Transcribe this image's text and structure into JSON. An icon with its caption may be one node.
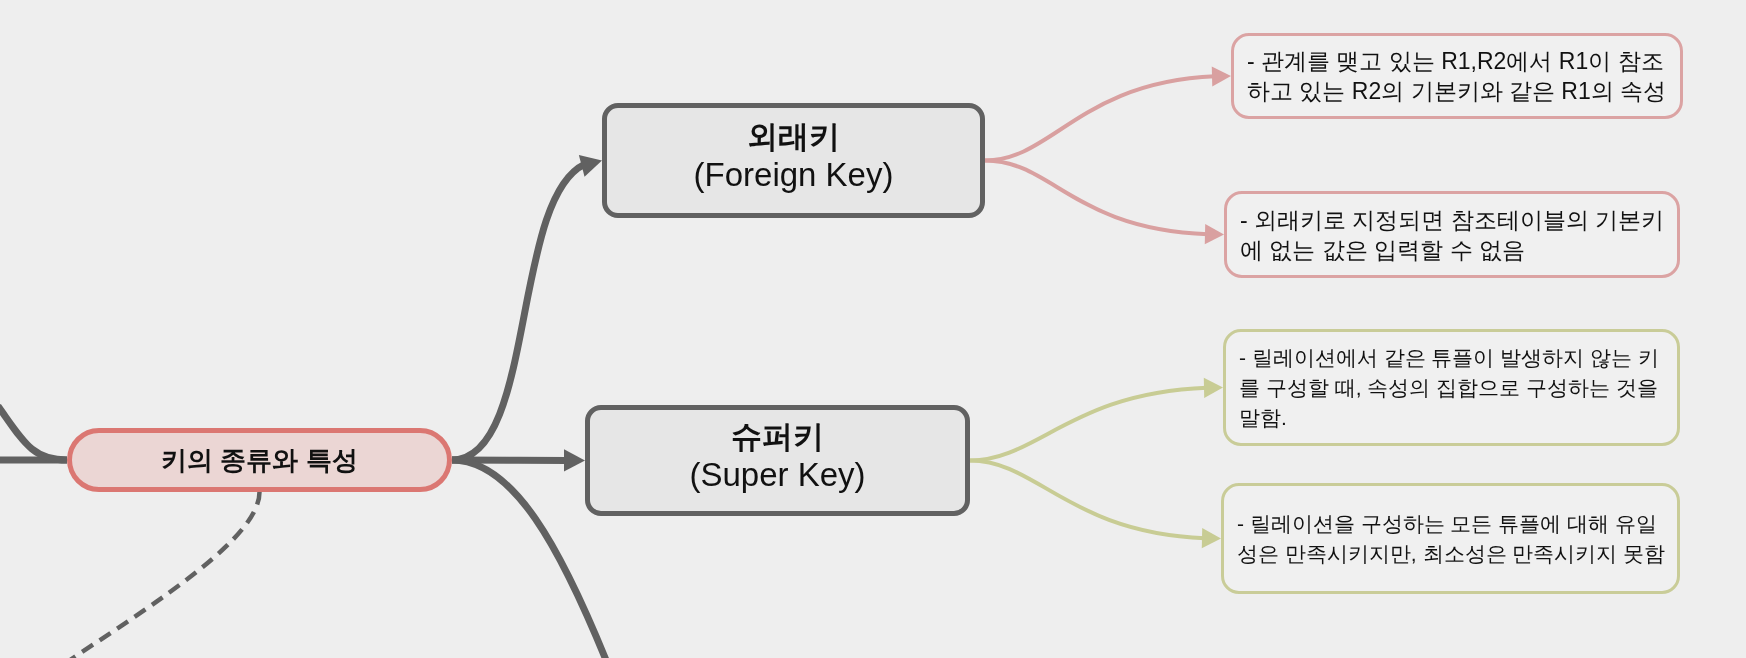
{
  "diagram": {
    "nodes": [
      {
        "text": [
          "키의 종류와 특성"
        ]
      },
      {
        "text": [
          "외래키",
          "(Foreign Key)"
        ]
      },
      {
        "text": [
          "슈퍼키",
          "(Super Key)"
        ]
      },
      {
        "text": [
          "- 관계를 맺고 있는 R1,R2에서 R1이 참조하고 있는 R2의 기본키와 같은 R1의 속성"
        ]
      },
      {
        "text": [
          "- 외래키로 지정되면 참조테이블의 기본키에 없는 값은 입력할 수 없음"
        ]
      },
      {
        "text": [
          "- 릴레이션에서 같은 튜플이 발생하지 않는 키를 구성할 때, 속성의 집합으로 구성하는 것을 말함."
        ]
      },
      {
        "text": [
          "- 릴레이션을 구성하는 모든 튜플에 대해 유일성은 만족시키지만, 최소성은 만족시키지 못함"
        ]
      }
    ],
    "edges": [
      {
        "from": 0,
        "to": 1,
        "arrow": "to"
      },
      {
        "from": 0,
        "to": 2,
        "arrow": "to"
      },
      {
        "from": 0,
        "to": null,
        "arrow": "none"
      },
      {
        "from": 0,
        "to": null,
        "arrow": "none"
      },
      {
        "from": 0,
        "to": null,
        "arrow": "none"
      },
      {
        "from": 0,
        "to": null,
        "arrow": "none",
        "style": "dashed"
      },
      {
        "from": 1,
        "to": 3,
        "arrow": "to",
        "color": "#d9a0a0"
      },
      {
        "from": 1,
        "to": 4,
        "arrow": "to",
        "color": "#d9a0a0"
      },
      {
        "from": 2,
        "to": 5,
        "arrow": "to",
        "color": "#c8cc94"
      },
      {
        "from": 2,
        "to": 6,
        "arrow": "to",
        "color": "#c8cc94"
      }
    ]
  }
}
